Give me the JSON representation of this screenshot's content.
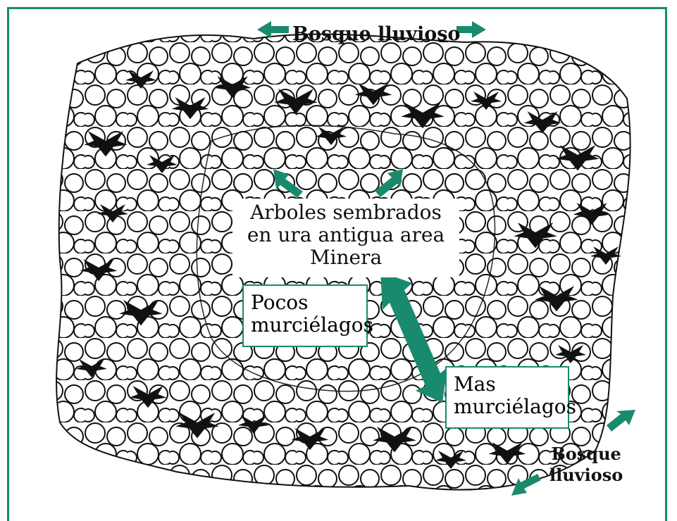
{
  "labels": {
    "top_forest": "Bosque lluvioso",
    "center_line1": "Arboles sembrados",
    "center_line2": "en ura antigua area",
    "center_line3": "Minera",
    "few_bats_line1": "Pocos",
    "few_bats_line2": "murciélagos",
    "more_bats_line1": "Mas",
    "more_bats_line2": "murciélagos",
    "bottom_forest_line1": "Bosque",
    "bottom_forest_line2": "lluvioso"
  },
  "colors": {
    "accent": "#1a8a6e",
    "ink": "#111111",
    "background": "#ffffff"
  },
  "icons": [
    "arrow-icon",
    "bat-icon",
    "tree-canopy-icon"
  ]
}
